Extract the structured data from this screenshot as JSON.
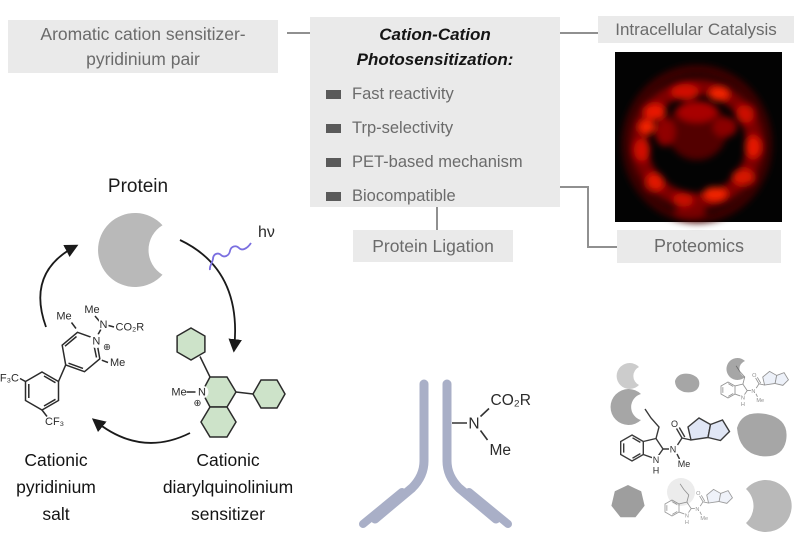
{
  "header": {
    "aromatic_pair": {
      "line1": "Aromatic cation sensitizer-",
      "line2": "pyridinium pair"
    },
    "center_box": {
      "title_line1": "Cation-Cation",
      "title_line2": "Photosensitization:",
      "bullets": [
        "Fast reactivity",
        "Trp-selectivity",
        "PET-based mechanism",
        "Biocompatible"
      ]
    },
    "intracellular_label": "Intracellular Catalysis",
    "protein_ligation_label": "Protein Ligation",
    "proteomics_label": "Proteomics"
  },
  "cycle": {
    "protein_label": "Protein",
    "hv_label": "hν",
    "pyridinium": {
      "me_top": "Me",
      "me_left": "Me",
      "me_right": "Me",
      "n_exo": "N",
      "n_ring": "N",
      "plus": "⊕",
      "co2r": "CO₂R",
      "f3c": "F₃C",
      "cf3": "CF₃"
    },
    "sensitizer": {
      "me": "Me",
      "n": "N",
      "plus": "⊕"
    },
    "caption_pyridinium": {
      "line1": "Cationic",
      "line2": "pyridinium",
      "line3": "salt"
    },
    "caption_sensitizer": {
      "line1": "Cationic",
      "line2": "diarylquinolinium",
      "line3": "sensitizer"
    }
  },
  "antibody": {
    "n": "N",
    "co2r": "CO₂R",
    "me": "Me"
  },
  "trp_product": {
    "o": "O",
    "n_amide": "N",
    "me": "Me",
    "n_indole": "N",
    "h": "H"
  },
  "colors": {
    "box_bg": "#eaeaea",
    "box_text": "#6b6b6b",
    "bullet_square": "#5a5a5a",
    "title_text": "#151515",
    "green_fill": "#cde3c9",
    "antibody_gray": "#a9afc7",
    "protein_gray": "#b9b9b9",
    "photon_purple": "#7a6fe0",
    "fluorescence_red": "#d40000",
    "lavender_fill": "#e0e6f5",
    "connector": "#909090"
  }
}
